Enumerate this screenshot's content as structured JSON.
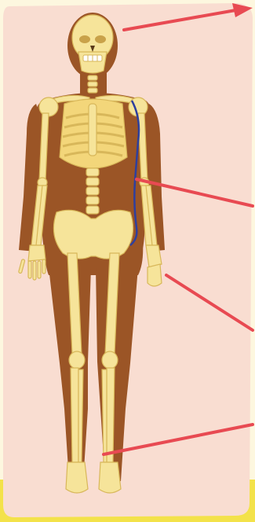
{
  "colors": {
    "background": "#fdf7df",
    "panel": "#f9ddd1",
    "body_silhouette": "#9b5526",
    "bone": "#f6e49a",
    "bone_outline": "#d8b75a",
    "bone_shadow": "#e7c86b",
    "vein": "#2e3f9e",
    "pointer_arrow": "#e84a52",
    "bottom_band": "#f3e24a"
  },
  "icons": [
    "skeleton-figure",
    "pointer-arrow"
  ],
  "pointers": [
    {
      "name": "skull-pointer-arrow",
      "target": "skull"
    },
    {
      "name": "torso-vein-pointer-arrow",
      "target": "vein"
    },
    {
      "name": "hand-pointer-arrow",
      "target": "hand"
    },
    {
      "name": "shin-pointer-arrow",
      "target": "shin"
    }
  ]
}
